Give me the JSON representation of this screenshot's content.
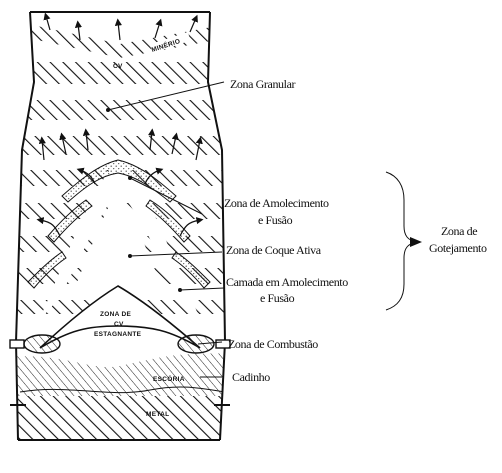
{
  "inner_labels": {
    "minerio": "MINÉRIO",
    "cv": "CV",
    "zona_de": "ZONA DE",
    "cv2": "CV",
    "estagnante": "ESTAGNANTE",
    "escoria": "ESCÓRIA",
    "metal": "METAL"
  },
  "labels": {
    "zona_granular": "Zona Granular",
    "zona_amolecimento_1": "Zona de Amolecimento",
    "zona_amolecimento_2": "e Fusão",
    "zona_coque": "Zona de Coque Ativa",
    "camada_1": "Camada em Amolecimento",
    "camada_2": "e Fusão",
    "zona_combustao": "Zona de Combustão",
    "cadinho": "Cadinho",
    "gotejamento_1": "Zona de",
    "gotejamento_2": "Gotejamento"
  },
  "colors": {
    "ink": "#111111",
    "paper": "#ffffff",
    "dots": "#555555"
  }
}
